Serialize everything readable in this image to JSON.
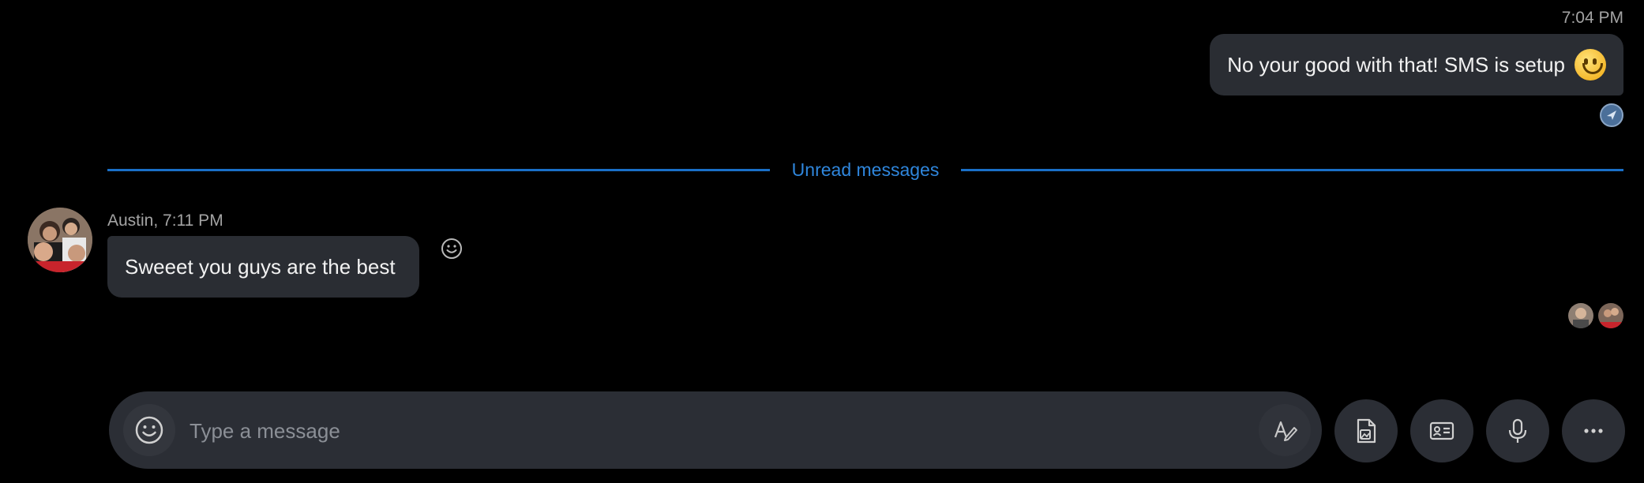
{
  "outgoing": {
    "time": "7:04 PM",
    "text": "No your good with that!  SMS is setup",
    "emoji": "slightly-smiling-face-icon",
    "status_icon": "sent-seen-icon"
  },
  "divider": {
    "label": "Unread messages",
    "color": "#1a6fc7"
  },
  "incoming": {
    "meta": "Austin, 7:11 PM",
    "text": "Sweeet you guys are the best",
    "react_icon": "add-reaction-icon"
  },
  "read_receipts": [
    "avatar-1",
    "avatar-2"
  ],
  "composer": {
    "placeholder": "Type a message",
    "value": "",
    "buttons": [
      "emoji-icon",
      "format-text-icon",
      "send-file-icon",
      "send-contact-icon",
      "microphone-icon",
      "more-options-icon"
    ]
  },
  "colors": {
    "background": "#000000",
    "bubble": "#2a2d33",
    "composer": "#2b2e35",
    "accent": "#1a6fc7"
  }
}
